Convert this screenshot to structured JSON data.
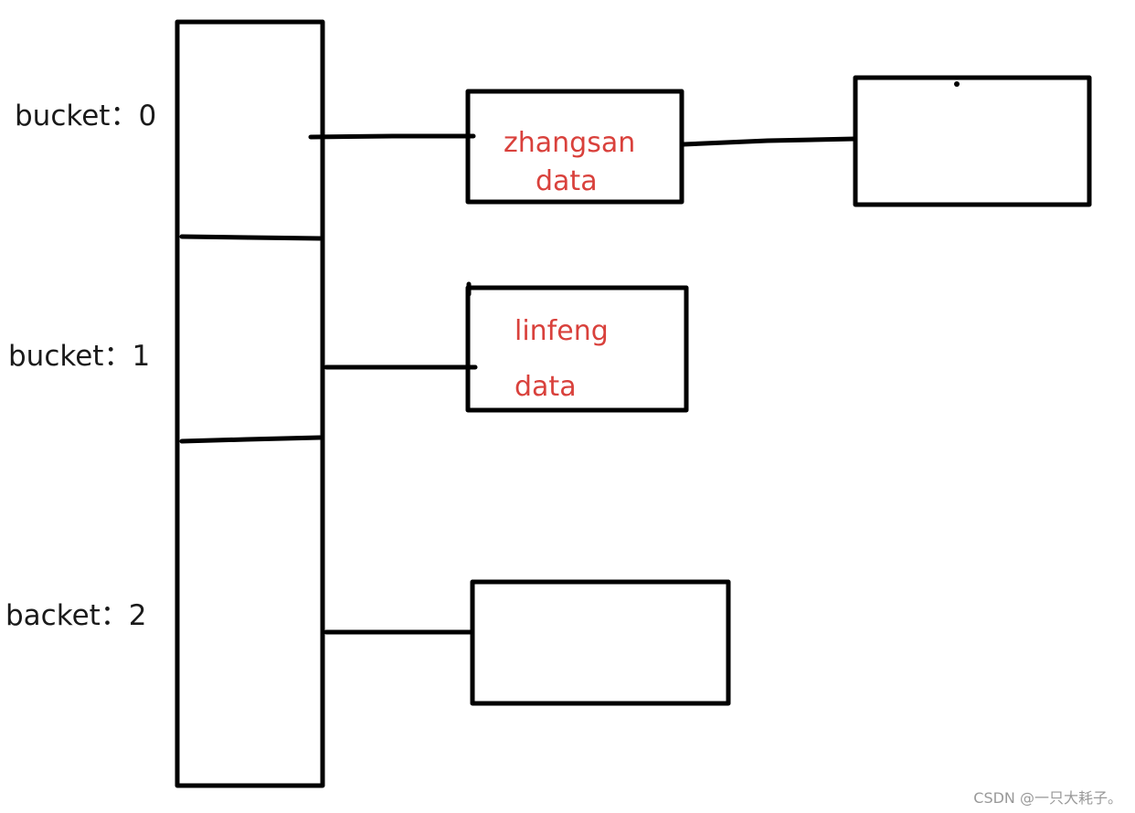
{
  "colors": {
    "stroke": "#000000",
    "text": "#1a1a1a",
    "accent_red": "#d9413c",
    "watermark": "#999999"
  },
  "buckets": [
    {
      "label": "bucket：0"
    },
    {
      "label": "bucket：1"
    },
    {
      "label": "backet：2"
    }
  ],
  "nodes": {
    "zhangsan": {
      "name": "zhangsan",
      "value": "data"
    },
    "linfeng": {
      "name": "linfeng",
      "value": "data"
    },
    "chained_empty": {},
    "bucket2_empty": {}
  },
  "watermark": "CSDN @一只大耗子。"
}
